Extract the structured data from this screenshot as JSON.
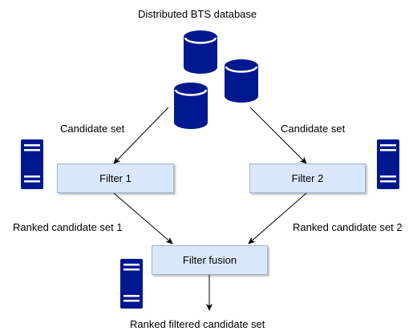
{
  "database": {
    "title": "Distributed BTS database",
    "icon": "database-cylinder-icon",
    "color": "#00188f"
  },
  "edges": {
    "left_input": "Candidate set",
    "right_input": "Candidate set",
    "left_output": "Ranked candidate set 1",
    "right_output": "Ranked candidate set 2",
    "final_output": "Ranked filtered candidate set"
  },
  "nodes": {
    "filter1": "Filter 1",
    "filter2": "Filter 2",
    "fusion": "Filter fusion"
  },
  "server_icon": "server-icon",
  "colors": {
    "box_fill": "#dae8fc",
    "box_border": "#9cb3d1",
    "icon_navy": "#00188f"
  }
}
